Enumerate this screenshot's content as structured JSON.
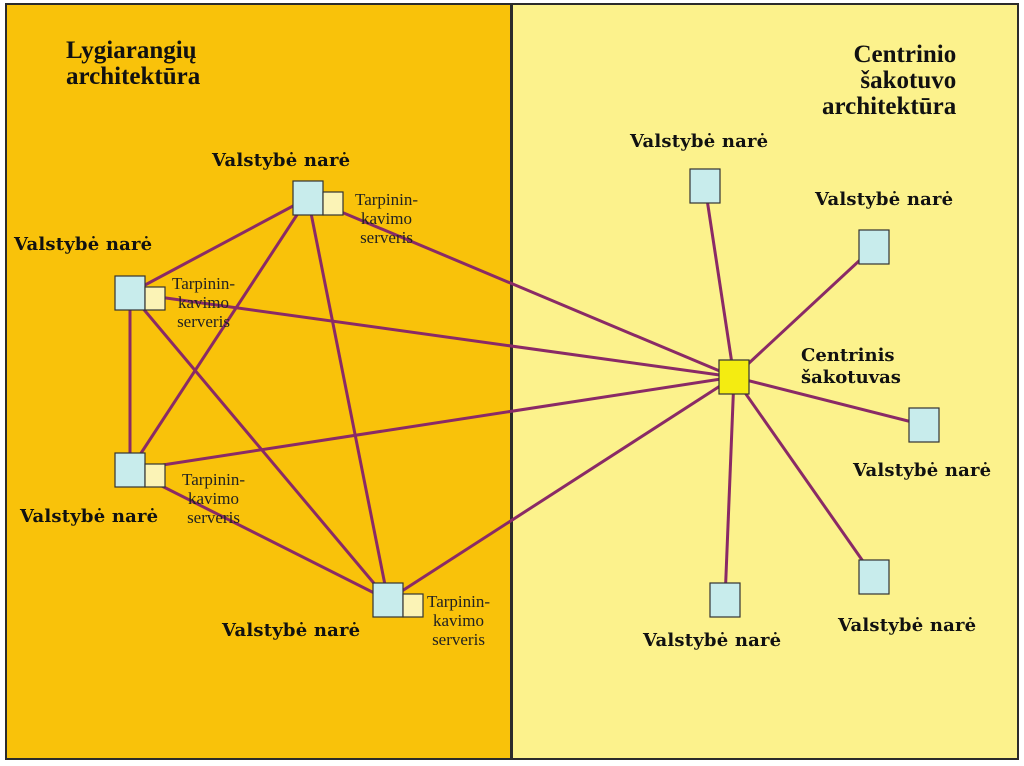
{
  "colors": {
    "left_panel": "#f9c20a",
    "right_panel": "#fcf28c",
    "link": "#8a2a66",
    "node_fill": "#c8ecec",
    "server_fill": "#fbf3b6",
    "hub_fill": "#f4ec11",
    "border": "#333333"
  },
  "left": {
    "title": "Lygiarangių\narchitektūra",
    "nodes": [
      {
        "label": "Valstybė narė",
        "server": "Tarpinin-\nkavimo\nserveris"
      },
      {
        "label": "Valstybė narė",
        "server": "Tarpinin-\nkavimo\nserveris"
      },
      {
        "label": "Valstybė narė",
        "server": "Tarpinin-\nkavimo\nserveris"
      },
      {
        "label": "Valstybė narė",
        "server": "Tarpinin-\nkavimo\nserveris"
      }
    ]
  },
  "right": {
    "title": "Centrinio\nšakotuvo\narchitektūra",
    "hub_label": "Centrinis\nšakotuvas",
    "nodes": [
      {
        "label": "Valstybė narė"
      },
      {
        "label": "Valstybė narė"
      },
      {
        "label": "Valstybė narė"
      },
      {
        "label": "Valstybė narė"
      },
      {
        "label": "Valstybė narė"
      }
    ]
  }
}
